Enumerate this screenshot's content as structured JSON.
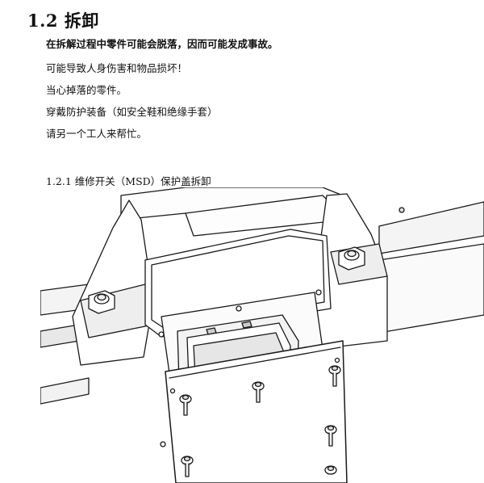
{
  "section": {
    "title": "1.2 拆卸"
  },
  "warnings": [
    "在拆解过程中零件可能会脱落，因而可能发成事故。",
    "可能导致人身伤害和物品损坏！",
    "当心掉落的零件。",
    "穿戴防护装备（如安全鞋和绝缘手套）",
    "请另一个工人来帮忙。"
  ],
  "subsection": {
    "title": "1.2.1 维修开关（MSD）保护盖拆卸"
  }
}
